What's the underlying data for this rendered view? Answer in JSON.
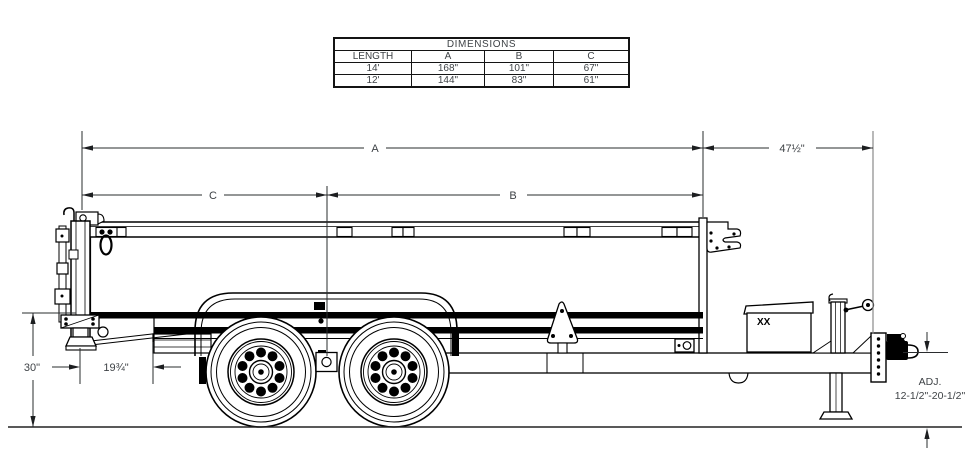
{
  "table": {
    "title": "DIMENSIONS",
    "columns": [
      "LENGTH",
      "A",
      "B",
      "C"
    ],
    "rows": [
      [
        "14'",
        "168\"",
        "101\"",
        "67\""
      ],
      [
        "12'",
        "144\"",
        "83\"",
        "61\""
      ]
    ]
  },
  "dimensions": {
    "overall_label": "A",
    "front_section_label": "B",
    "rear_section_label": "C",
    "tongue_length": "47½\"",
    "side_height": "30\"",
    "rear_overhang": "19¾\"",
    "coupler_adj_title": "ADJ.",
    "coupler_adj_range": "12-1/2\"-20-1/2\""
  },
  "drawing": {
    "toolbox_marking": "XX"
  },
  "colors": {
    "line": "#000000",
    "dimension_text": "#3e4246",
    "gray_extension": "#8a8a8a",
    "background": "#ffffff"
  }
}
